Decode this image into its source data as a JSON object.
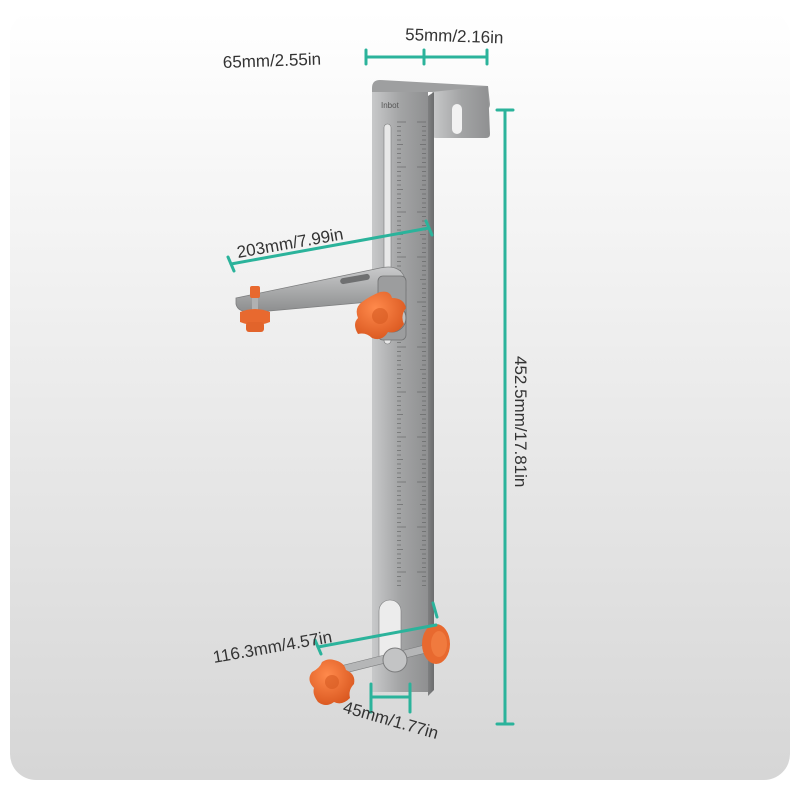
{
  "colors": {
    "dimension_line": "#2bb39b",
    "knob": "#e8692f",
    "steel": "#a9aaab",
    "label": "#333333",
    "background_top": "#ffffff",
    "background_bottom": "#dcdcdc"
  },
  "brand_mark": "Inbot",
  "dimensions": {
    "hook_depth": "65mm/2.55in",
    "hook_width": "55mm/2.16in",
    "arm_length": "203mm/7.99in",
    "total_height": "452.5mm/17.81in",
    "slot_length": "116.3mm/4.57in",
    "bottom_width": "45mm/1.77in"
  }
}
